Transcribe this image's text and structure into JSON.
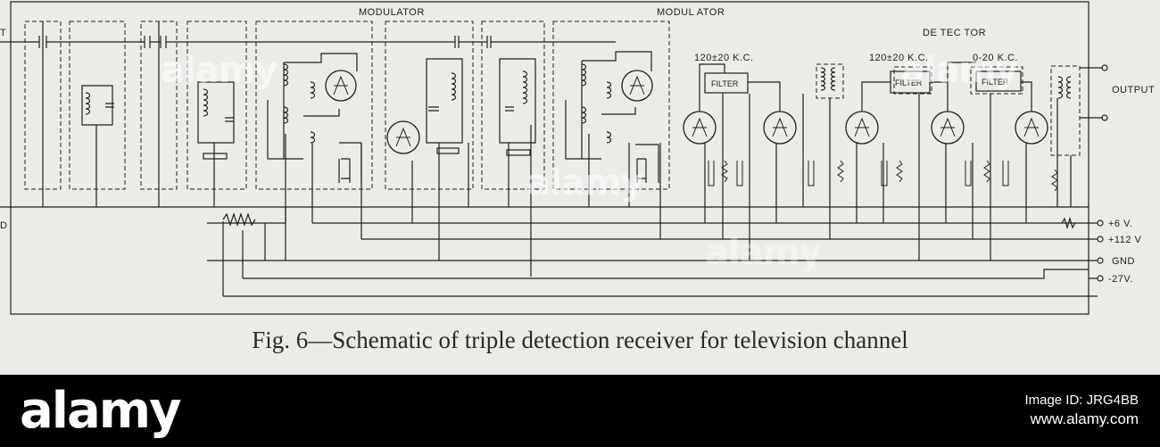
{
  "labels": {
    "modulator_1": "MODULATOR",
    "modulator_2": "MODUL ATOR",
    "detector": "DE TEC TOR",
    "freq_1": "120±20 K.C.",
    "freq_2": "120±20 K.C.",
    "freq_3": "0-20 K.C.",
    "filter": "FILTER",
    "output": "OUTPUT",
    "input_fragment": "T",
    "ground_fragment": "D",
    "v_plus6": "+6 V.",
    "v_plus112": "+112 V",
    "gnd": "GND",
    "v_minus27": "-27V."
  },
  "caption": "Fig. 6—Schematic of triple detection receiver for television channel",
  "watermarks": {
    "text": "alamy"
  },
  "footer": {
    "brand": "alamy",
    "image_id": "Image ID: JRG4BB",
    "url": "www.alamy.com"
  }
}
